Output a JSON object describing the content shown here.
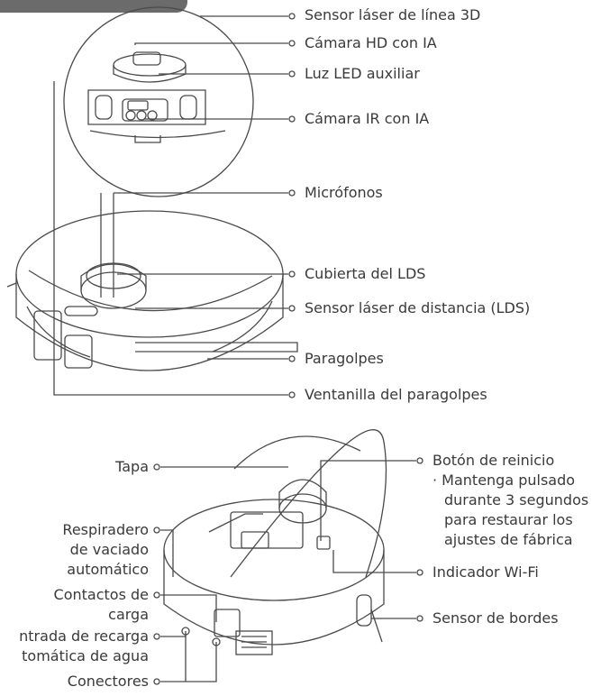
{
  "top_figure": {
    "callouts": [
      "Sensor láser de línea 3D",
      "Cámara HD con IA",
      "Luz LED auxiliar",
      "Cámara IR con IA",
      "Micrófonos",
      "Cubierta del LDS",
      "Sensor láser de distancia (LDS)",
      "Paragolpes",
      "Ventanilla del paragolpes"
    ]
  },
  "bottom_figure": {
    "right_callouts": {
      "reset_button": "Botón de reinicio",
      "reset_note_1": "· Mantenga pulsado",
      "reset_note_2": "durante 3 segundos",
      "reset_note_3": "para restaurar los",
      "reset_note_4": "ajustes de fábrica",
      "wifi_indicator": "Indicador Wi-Fi",
      "edge_sensor": "Sensor de bordes"
    },
    "left_callouts": {
      "lid": "Tapa",
      "vent_1": "Respiradero",
      "vent_2": "de vaciado",
      "vent_3": "automático",
      "contacts_1": "Contactos de",
      "contacts_2": "carga",
      "refill_1": "ntrada de recarga",
      "refill_2": "tomática de agua",
      "connectors": "Conectores"
    }
  },
  "colors": {
    "line": "#4a4a4a",
    "text": "#3a3a3a",
    "tab": "#6b6b6b"
  }
}
